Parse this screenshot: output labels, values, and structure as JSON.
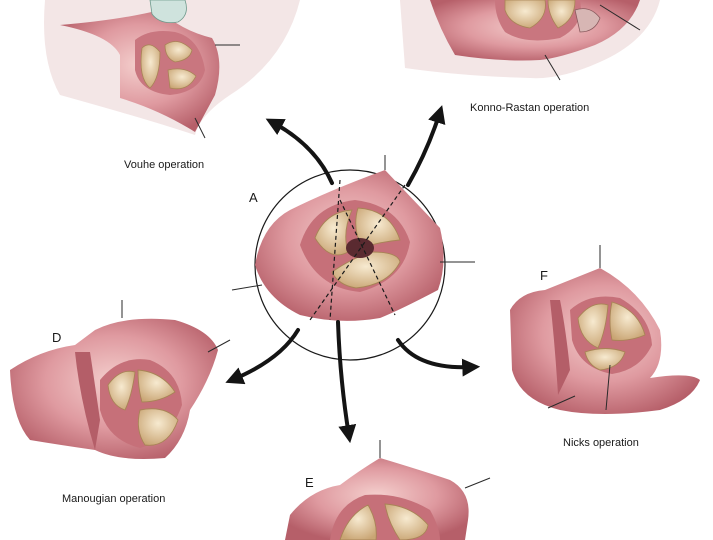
{
  "labels": {
    "vouhe": "Vouhe operation",
    "konno": "Konno-Rastan operation",
    "manougian": "Manougian operation",
    "nicks": "Nicks operation",
    "a": "A",
    "d": "D",
    "e": "E",
    "f": "F"
  },
  "colors": {
    "tissue": "#d98b92",
    "tissue_dark": "#b45e68",
    "tissue_light": "#f2c6c4",
    "leaflet": "#e9d2a8",
    "leaflet_edge": "#a88456",
    "cavity": "#5a2a30",
    "arrow": "#141414",
    "suture": "#2a2a2a"
  }
}
